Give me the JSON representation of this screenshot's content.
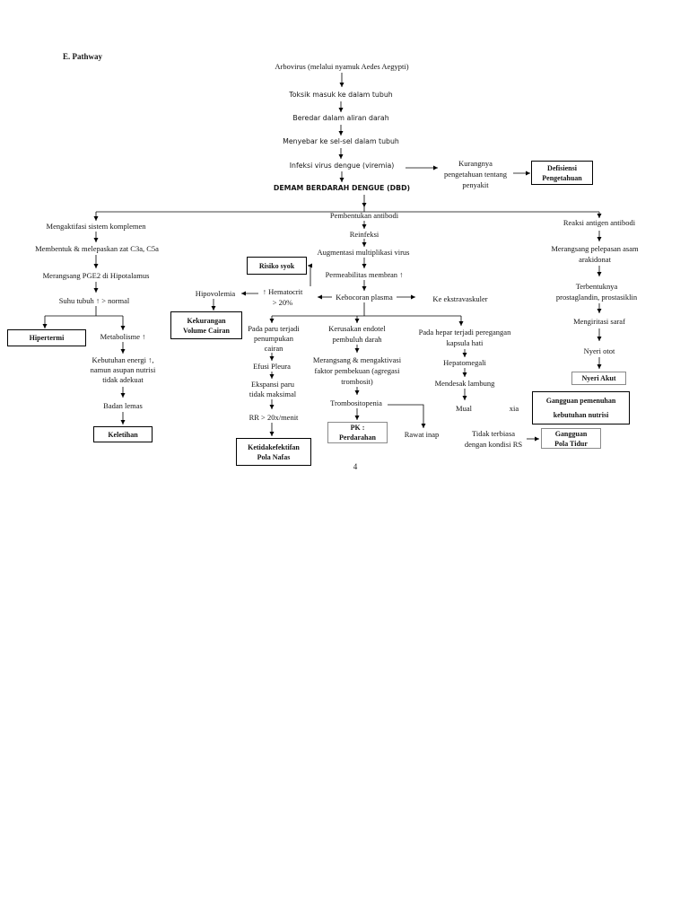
{
  "section_heading": "E. Pathway",
  "page_number": "4",
  "main_chain": {
    "cause": "Arbovirus (melalui nyamuk Aedes Aegypti)",
    "toxin": "Toksik masuk ke dalam tubuh",
    "circulation": "Beredar dalam aliran darah",
    "spread": "Menyebar ke sel-sel dalam tubuh",
    "infection": "Infeksi virus dengue (viremia)",
    "disease": "DEMAM BERDARAH DENGUE (DBD)"
  },
  "knowledge_branch": {
    "cause_lines": [
      "Kurangnya",
      "pengetahuan tentang",
      "penyakit"
    ],
    "diagnosis_lines": [
      "Defisiensi",
      "Pengetahuan"
    ]
  },
  "left_branch": {
    "complement": "Mengaktifasi sistem komplemen",
    "release": "Membentuk & melepaskan zat C3a, C5a",
    "pge": "Merangsang PGE2 di Hipotalamus",
    "temperature": "Suhu tubuh ↑ > normal",
    "hyperthermia": "Hipertermi",
    "metabolism": "Metabolisme ↑",
    "energy_lines": [
      "Kebutuhan energi ↑,",
      "namun asupan nutrisi",
      "tidak adekuat"
    ],
    "weakness": "Badan lemas",
    "fatigue": "Keletihan"
  },
  "center_branch": {
    "antibody": "Pembentukan antibodi",
    "reinfection": "Reinfeksi",
    "augmentation": "Augmentasi multiplikasi virus",
    "permeability": "Permeabilitas membran ↑",
    "shock_risk": "Risiko syok",
    "plasma_leak": "Kebocoran plasma",
    "hematocrit_lines": [
      "↑ Hematocrit",
      "> 20%"
    ],
    "extravascular": "Ke ekstravaskuler",
    "hypovolemia": "Hipovolemia",
    "fluid_deficit_lines": [
      "Kekurangan",
      "Volume Cairan"
    ]
  },
  "lung_path": {
    "accumulation_lines": [
      "Pada paru terjadi",
      "penumpukan",
      "cairan"
    ],
    "effusion": "Efusi Pleura",
    "expansion_lines": [
      "Ekspansi paru",
      "tidak maksimal"
    ],
    "respiratory_rate": "RR > 20x/menit",
    "diagnosis_lines": [
      "Ketidakefektifan",
      "Pola Nafas"
    ]
  },
  "vascular_path": {
    "damage_lines": [
      "Kerusakan endotel",
      "pembuluh darah"
    ],
    "activation_lines": [
      "Merangsang & mengaktivasi",
      "faktor pembekuan (agregasi",
      "trombosit)"
    ],
    "thrombocytopenia": "Trombositopenia",
    "bleeding_lines": [
      "PK :",
      "Perdarahan"
    ],
    "hospitalization": "Rawat inap"
  },
  "liver_path": {
    "stretch_lines": [
      "Pada hepar terjadi peregangan",
      "kapsula hati"
    ],
    "hepatomegaly": "Hepatomegali",
    "stomach": "Mendesak lambung",
    "nausea": "Mual",
    "nausea_tail": "xia",
    "nutrition_lines": [
      "Gangguan pemenuhan",
      "kebutuhan nutrisi"
    ],
    "unfamiliar_lines": [
      "Tidak terbiasa",
      "dengan kondisi RS"
    ],
    "sleep_lines": [
      "Gangguan",
      "Pola Tidur"
    ]
  },
  "right_branch": {
    "reaction": "Reaksi antigen antibodi",
    "arachidonic_lines": [
      "Merangsang pelepasan asam",
      "arakidonat"
    ],
    "prostaglandin_lines": [
      "Terbentuknya",
      "prostaglandin, prostasiklin"
    ],
    "nerve": "Mengiritasi saraf",
    "muscle_pain": "Nyeri otot",
    "acute_pain": "Nyeri Akut"
  }
}
